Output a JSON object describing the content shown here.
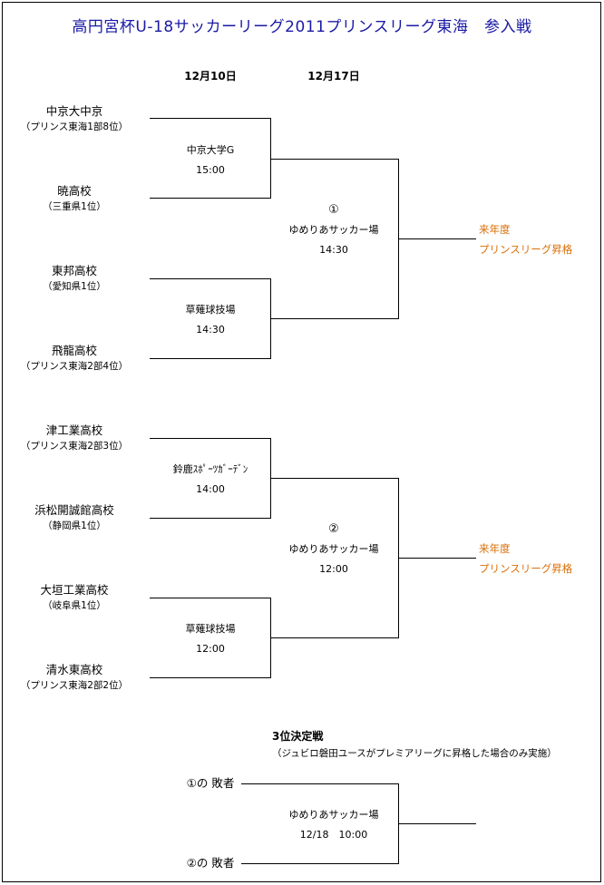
{
  "title": "高円宮杯U-18サッカーリーグ2011プリンスリーグ東海　参入戦",
  "dates": [
    "12月10日",
    "12月17日"
  ],
  "block1": {
    "teams": [
      {
        "name": "中京大中京",
        "qual": "（プリンス東海1部8位）"
      },
      {
        "name": "暁高校",
        "qual": "（三重県1位）"
      },
      {
        "name": "東邦高校",
        "qual": "（愛知県1位）"
      },
      {
        "name": "飛龍高校",
        "qual": "（プリンス東海2部4位）"
      }
    ],
    "r1": [
      {
        "venue": "中京大学G",
        "time": "15:00"
      },
      {
        "venue": "草薙球技場",
        "time": "14:30"
      }
    ],
    "final": {
      "num": "①",
      "venue": "ゆめりあサッカー場",
      "time": "14:30"
    },
    "result": {
      "line1": "来年度",
      "line2": "プリンスリーグ昇格"
    }
  },
  "block2": {
    "teams": [
      {
        "name": "津工業高校",
        "qual": "（プリンス東海2部3位）"
      },
      {
        "name": "浜松開誠館高校",
        "qual": "（静岡県1位）"
      },
      {
        "name": "大垣工業高校",
        "qual": "（岐阜県1位）"
      },
      {
        "name": "清水東高校",
        "qual": "（プリンス東海2部2位）"
      }
    ],
    "r1": [
      {
        "venue": "鈴鹿ｽﾎﾟｰﾂｶﾞｰﾃﾞﾝ",
        "time": "14:00"
      },
      {
        "venue": "草薙球技場",
        "time": "12:00"
      }
    ],
    "final": {
      "num": "②",
      "venue": "ゆめりあサッカー場",
      "time": "12:00"
    },
    "result": {
      "line1": "来年度",
      "line2": "プリンスリーグ昇格"
    }
  },
  "third_place": {
    "title": "3位決定戦",
    "note": "（ジュビロ磐田ユースがプレミアリーグに昇格した場合のみ実施）",
    "losers": [
      "①の 敗者",
      "②の 敗者"
    ],
    "venue": "ゆめりあサッカー場",
    "datetime": "12/18　10:00"
  }
}
